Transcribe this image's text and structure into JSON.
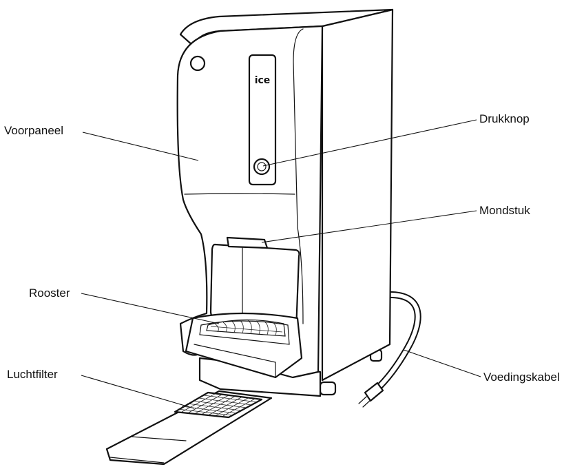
{
  "logo_text": "ice",
  "labels": {
    "voorpaneel": "Voorpaneel",
    "drukknop": "Drukknop",
    "mondstuk": "Mondstuk",
    "rooster": "Rooster",
    "luchtfilter": "Luchtfilter",
    "voedingskabel": "Voedingskabel"
  },
  "colors": {
    "line": "#111111",
    "background": "#ffffff"
  }
}
